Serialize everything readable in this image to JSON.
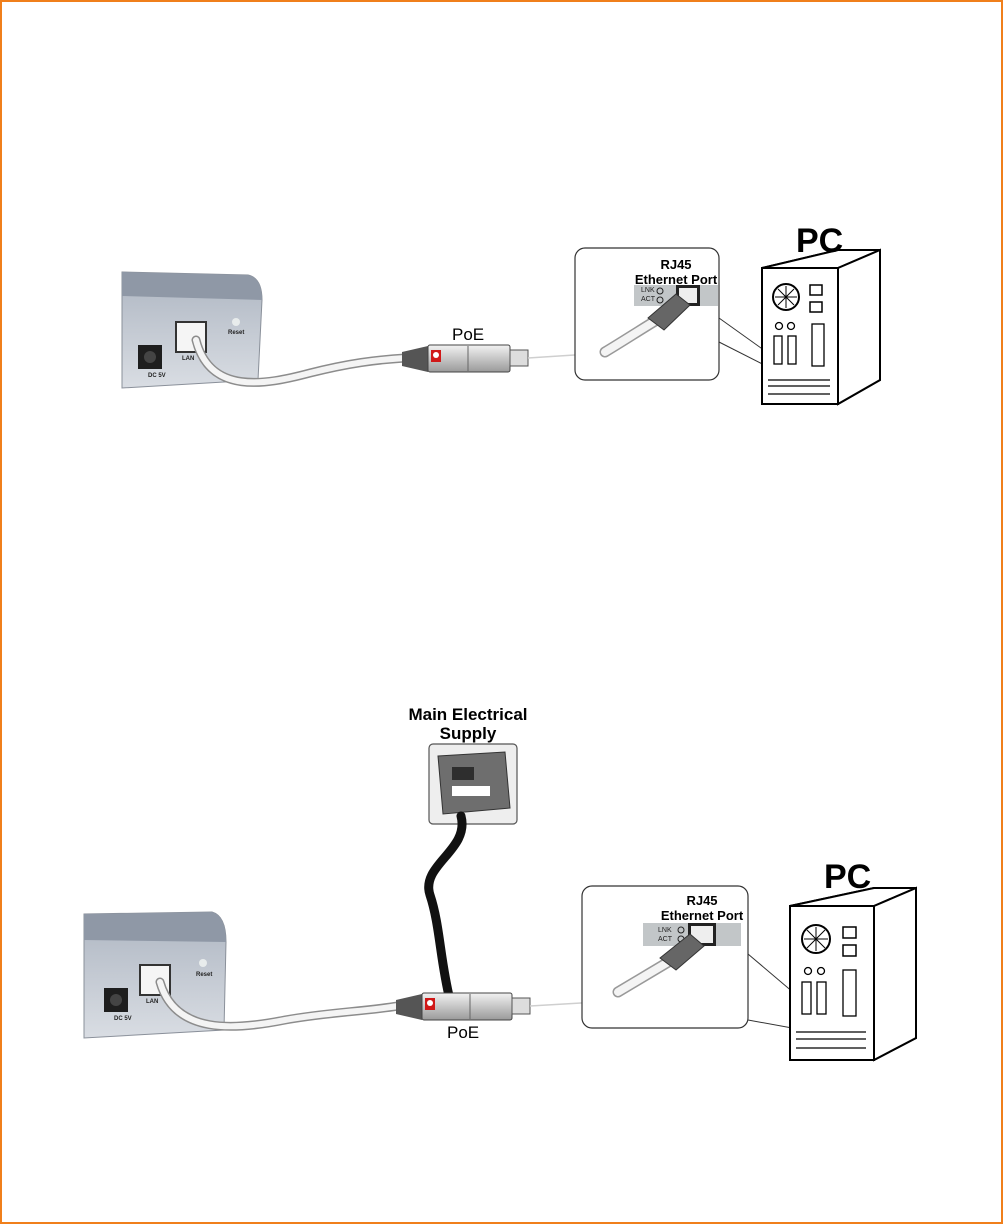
{
  "page": {
    "border_color": "#f07f1b"
  },
  "diagram1": {
    "pc_label": "PC",
    "rj45_label": "RJ45",
    "ethernet_label": "Ethernet Port",
    "lnk": "LNK",
    "act": "ACT",
    "poe_label": "PoE",
    "dc_label": "DC 5V",
    "lan_label": "LAN",
    "reset_label": "Reset"
  },
  "diagram2": {
    "mains_line1": "Main Electrical",
    "mains_line2": "Supply",
    "pc_label": "PC",
    "rj45_label": "RJ45",
    "ethernet_label": "Ethernet Port",
    "lnk": "LNK",
    "act": "ACT",
    "poe_label": "PoE",
    "dc_label": "DC 5V",
    "lan_label": "LAN",
    "reset_label": "Reset"
  }
}
